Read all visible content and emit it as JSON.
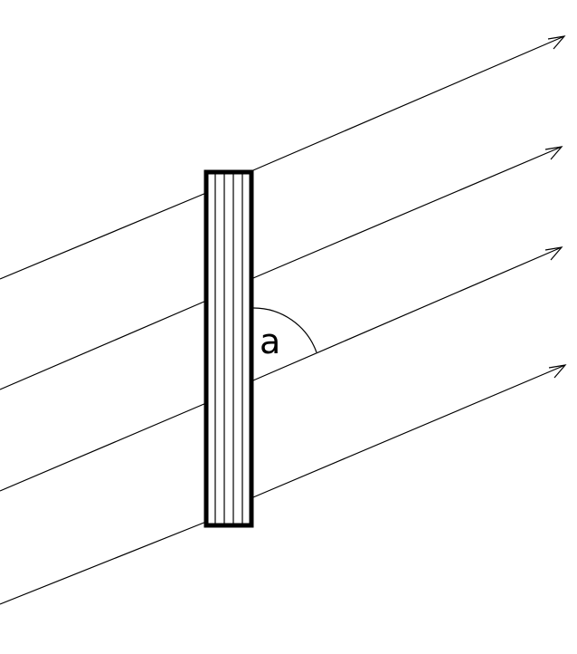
{
  "diagram": {
    "angle_label": "a",
    "colors": {
      "stroke": "#000000",
      "background": "#ffffff"
    },
    "rays": [
      {
        "id": "ray-1"
      },
      {
        "id": "ray-2"
      },
      {
        "id": "ray-3"
      },
      {
        "id": "ray-4"
      }
    ]
  }
}
